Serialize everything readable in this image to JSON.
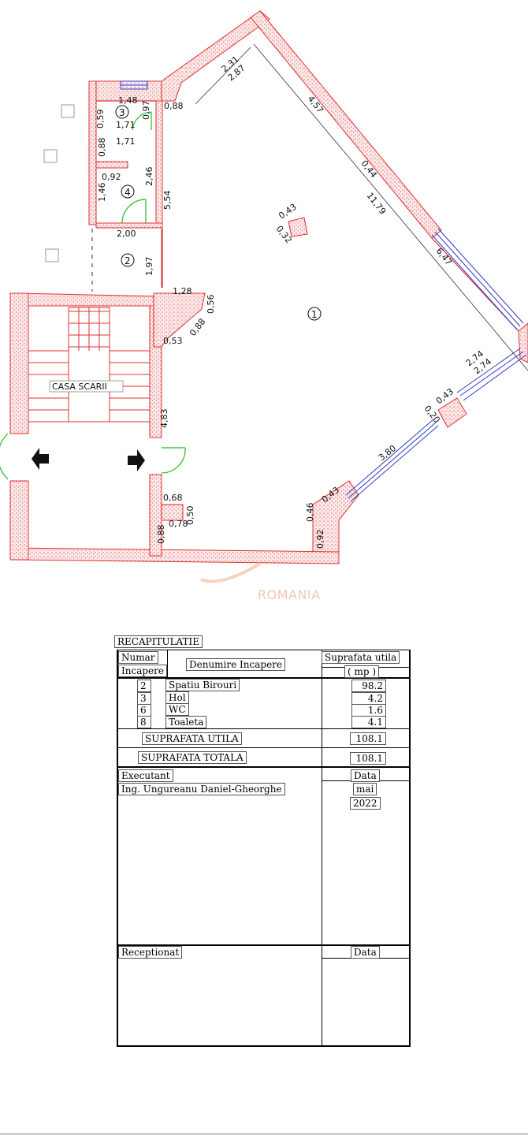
{
  "plan": {
    "room_numbers": [
      "1",
      "2",
      "3",
      "4"
    ],
    "stair_label": "CASA SCARII",
    "dims": {
      "d231": "2,31",
      "d287": "2,87",
      "d457": "4,57",
      "d044": "0,44",
      "d1179": "11,79",
      "d647": "6,47",
      "d274a": "2,74",
      "d274b": "2,74",
      "d043a": "0,43",
      "d020": "0,20",
      "d380": "3,80",
      "d043b": "0,43",
      "d046": "0,46",
      "d092": "0,92",
      "d043c": "0,43",
      "d032": "0,32",
      "d148": "1,48",
      "d088a": "0,88",
      "d059": "0,59",
      "d097": "0,97",
      "d171a": "1,71",
      "d171b": "1,71",
      "d088b": "0,88",
      "d092b": "0,92",
      "d146": "1,46",
      "d246": "2,46",
      "d554": "5,54",
      "d200": "2,00",
      "d197": "1,97",
      "d128": "1,28",
      "d056": "0,56",
      "d053": "0,53",
      "d088c": "0,88",
      "d483": "4,83",
      "d068": "0,68",
      "d050": "0,50",
      "d078": "0,78",
      "d088d": "0,88"
    },
    "watermark": "ROMANIA",
    "colors": {
      "wall": "#e03030",
      "window": "#2c3cc8",
      "door": "#22bb22"
    }
  },
  "recap": {
    "title": "RECAPITULATIE",
    "col_num_1": "Numar",
    "col_num_2": "Incapere",
    "col_name": "Denumire Incapere",
    "col_area_1": "Suprafata utila",
    "col_area_2": "( mp )",
    "rows": [
      {
        "num": "2",
        "name": "Spatiu Birouri",
        "area": "98.2"
      },
      {
        "num": "3",
        "name": "Hol",
        "area": "4.2"
      },
      {
        "num": "6",
        "name": "WC",
        "area": "1.6"
      },
      {
        "num": "8",
        "name": "Toaleta",
        "area": "4.1"
      }
    ],
    "useful_label": "SUPRAFATA UTILA",
    "useful_value": "108.1",
    "total_label": "SUPRAFATA TOTALA",
    "total_value": "108.1",
    "executant_label": "Executant",
    "date_label": "Data",
    "executant_name": "Ing. Ungureanu Daniel-Gheorghe",
    "month": "mai",
    "year": "2022",
    "receptionat_label": "Receptionat",
    "date_label_2": "Data"
  }
}
